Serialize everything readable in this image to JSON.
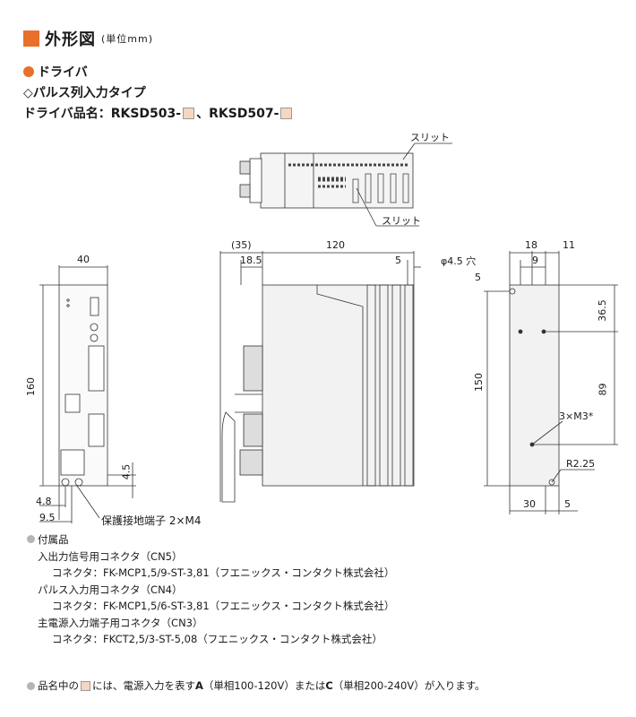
{
  "header": {
    "title": "外形図",
    "unit": "(単位mm)"
  },
  "section": {
    "heading": "ドライバ",
    "subheading": "◇パルス列入力タイプ",
    "model_prefix": "ドライバ品名：RKSD503-",
    "model_sep": "、RKSD507-"
  },
  "labels": {
    "slit": "スリット",
    "hole": "φ4.5 穴",
    "screw": "3×M3*",
    "radius": "R2.25",
    "ground": "保護接地端子 2×M4"
  },
  "dims": {
    "front_width": "40",
    "front_height": "160",
    "d_4_8": "4.8",
    "d_9_5": "9.5",
    "d_4_5": "4.5",
    "side_35": "(35)",
    "side_120": "120",
    "side_18_5": "18.5",
    "side_5": "5",
    "back_18": "18",
    "back_11": "11",
    "back_9": "9",
    "back_5": "5",
    "back_36_5": "36.5",
    "back_150": "150",
    "back_89": "89",
    "back_30": "30",
    "back_5b": "5"
  },
  "accessories": {
    "heading": "付属品",
    "items": [
      {
        "name": "入出力信号用コネクタ（CN5）",
        "part": "コネクタ：FK-MCP1,5/9-ST-3,81（フエニックス・コンタクト株式会社）"
      },
      {
        "name": "パルス入力用コネクタ（CN4）",
        "part": "コネクタ：FK-MCP1,5/6-ST-3,81（フエニックス・コンタクト株式会社）"
      },
      {
        "name": "主電源入力端子用コネクタ（CN3）",
        "part": "コネクタ：FKCT2,5/3-ST-5,08（フエニックス・コンタクト株式会社）"
      }
    ]
  },
  "note": {
    "p1": "品名中の",
    "p2": "には、電源入力を表す",
    "a": "A",
    "p3": "（単相100-120V）または",
    "c": "C",
    "p4": "（単相200-240V）が入ります。"
  },
  "colors": {
    "accent": "#e8702a",
    "placeholder_box": "#f7d6c0"
  }
}
